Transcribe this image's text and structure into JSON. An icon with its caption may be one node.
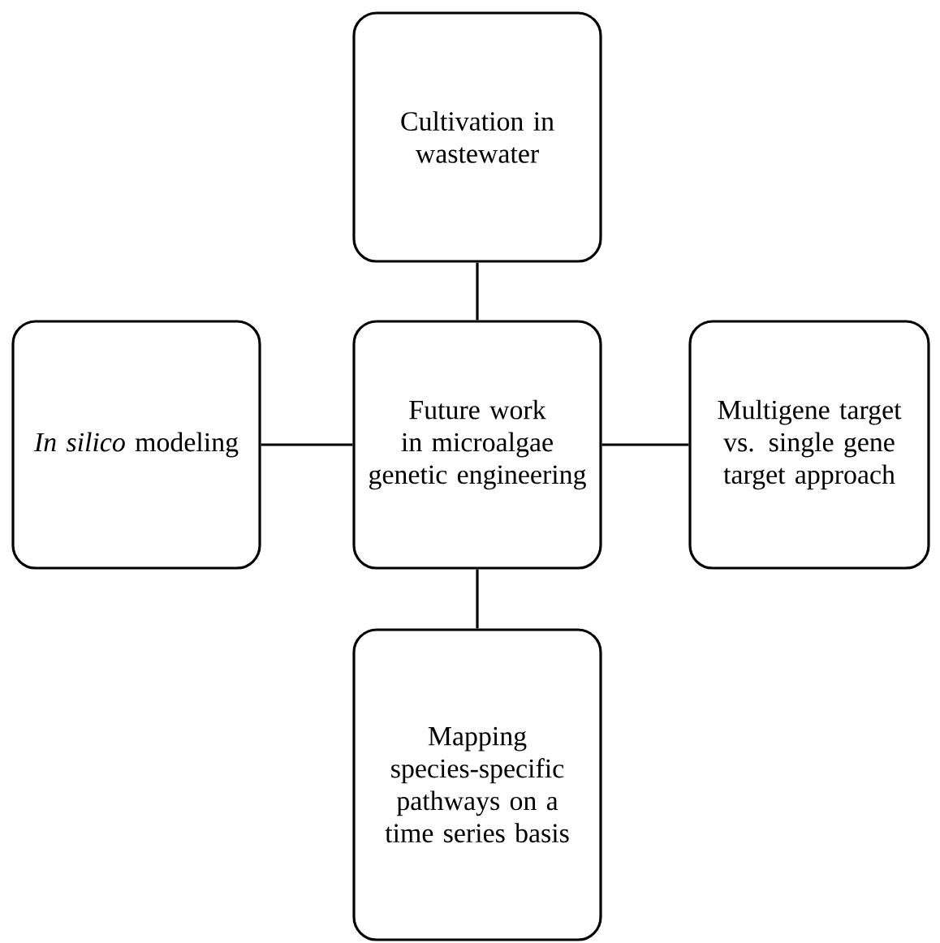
{
  "diagram": {
    "nodes": [
      {
        "text": [
          "Cultivation in wastewater"
        ]
      },
      {
        "text": [
          "*In silico* modeling"
        ]
      },
      {
        "text": [
          "Future work in microalgae genetic engineering"
        ]
      },
      {
        "text": [
          "Multigene target vs. single gene target approach"
        ]
      },
      {
        "text": [
          "Mapping species-specific pathways on a time series basis"
        ]
      }
    ],
    "edges": [
      {
        "from": 2,
        "to": 0,
        "arrow": "none"
      },
      {
        "from": 2,
        "to": 1,
        "arrow": "none"
      },
      {
        "from": 2,
        "to": 3,
        "arrow": "none"
      },
      {
        "from": 2,
        "to": 4,
        "arrow": "none"
      }
    ]
  }
}
